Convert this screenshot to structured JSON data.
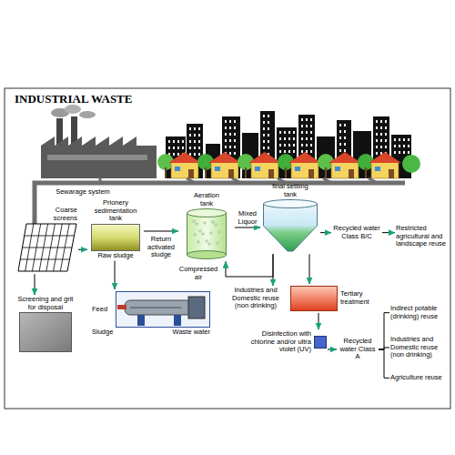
{
  "diagram": {
    "title": "INDUSTRIAL WASTE",
    "nodes": [
      {
        "text": [
          "Coarse screens"
        ]
      },
      {
        "text": [
          "Screening and grit for disposal"
        ]
      },
      {
        "text": [
          "Prionery sedimentation tank",
          "Raw sludge"
        ]
      },
      {
        "text": [
          "Aeration tank"
        ]
      },
      {
        "text": [
          "final settling tank"
        ]
      },
      {
        "text": [
          "Recycled water Class B/C"
        ]
      },
      {
        "text": [
          "Restricted agricultural and landscape reuse"
        ]
      },
      {
        "text": [
          "Tertiary treatment"
        ]
      },
      {
        "text": [
          "Industries and Domestic reuse (non drinking)"
        ]
      },
      {
        "text": [
          "Disinfection with chlorine and/or ultra violet (UV)"
        ]
      },
      {
        "text": [
          "Recycled water Class A"
        ]
      },
      {
        "text": [
          "Indirect potable (drinking) reuse"
        ]
      },
      {
        "text": [
          "Industries and Domestic reuse (non drinking)"
        ]
      },
      {
        "text": [
          "Agriculture reuse"
        ]
      },
      {
        "text": [
          "Feed",
          "Sludge",
          "Waste water"
        ]
      }
    ],
    "edges": [
      {
        "from": 0,
        "to": 1,
        "arrow": "to"
      },
      {
        "from": 0,
        "to": 2,
        "arrow": "to"
      },
      {
        "from": 2,
        "to": 3,
        "arrow": "to"
      },
      {
        "from": 3,
        "to": 4,
        "label": "Mixed Liquor",
        "arrow": "to"
      },
      {
        "from": 4,
        "to": 3,
        "arrow": "to"
      },
      {
        "from": 2,
        "to": 14,
        "arrow": "to"
      },
      {
        "from": 4,
        "to": 5,
        "arrow": "to"
      },
      {
        "from": 5,
        "to": 6,
        "arrow": "to"
      },
      {
        "from": 4,
        "to": 7,
        "arrow": "to"
      },
      {
        "from": 4,
        "to": 8,
        "arrow": "to"
      },
      {
        "from": 7,
        "to": 9,
        "arrow": "to"
      },
      {
        "from": 9,
        "to": 10,
        "arrow": "to"
      },
      {
        "from": 10,
        "to": 11,
        "arrow": "none"
      },
      {
        "from": 10,
        "to": 12,
        "arrow": "none"
      },
      {
        "from": 10,
        "to": 13,
        "arrow": "none"
      }
    ],
    "labels": [
      "Sewarage system",
      "Return activated sludge",
      "Compressed air"
    ]
  }
}
